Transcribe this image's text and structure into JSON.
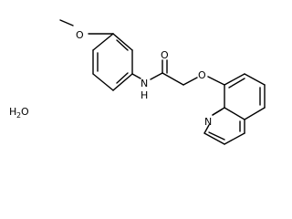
{
  "molecule": {
    "atoms": {
      "methoxy_o": "O",
      "amide_o": "O",
      "ether_o": "O",
      "amide_nh": "N",
      "amide_h": "H",
      "quinoline_n": "N"
    },
    "water": {
      "h": "H",
      "subscript": "2",
      "o": "O"
    }
  }
}
